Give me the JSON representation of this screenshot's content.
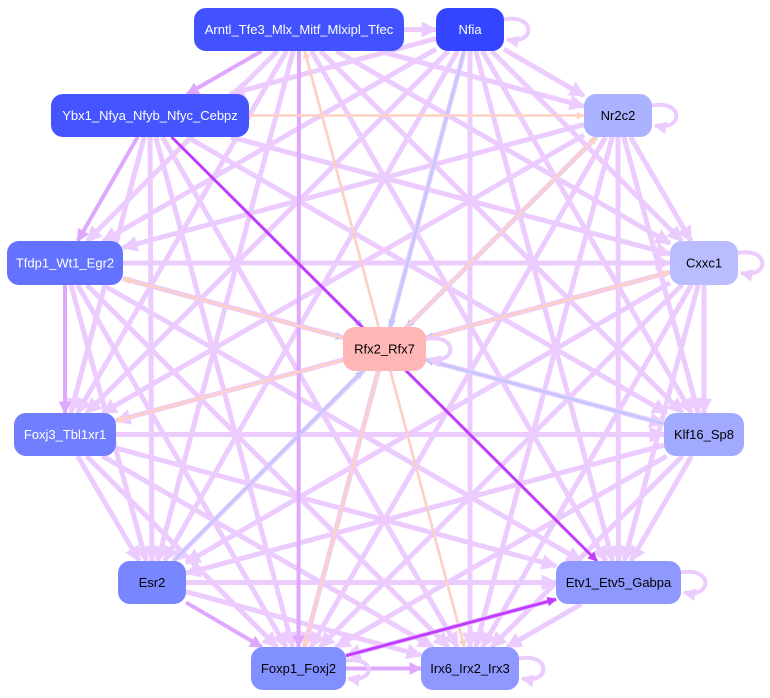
{
  "title": "Regulatory network",
  "colors": {
    "light": "#ecccff",
    "mid": "#dfa8ff",
    "strong": "#c03cff",
    "blue": "#c2c8ff",
    "peach": "#ffd0c4"
  },
  "nodes": [
    {
      "id": "arn",
      "label": "Arntl_Tfe3_Mlx_Mitf_Mlxipl_Tfec",
      "fill": "#4252ff",
      "text": "#ffffff"
    },
    {
      "id": "nfia",
      "label": "Nfia",
      "fill": "#3545ff",
      "text": "#ffffff"
    },
    {
      "id": "ybx",
      "label": "Ybx1_Nfya_Nfyb_Nfyc_Cebpz",
      "fill": "#4454ff",
      "text": "#ffffff"
    },
    {
      "id": "nr2",
      "label": "Nr2c2",
      "fill": "#abb2ff",
      "text": "#000000"
    },
    {
      "id": "tfd",
      "label": "Tfdp1_Wt1_Egr2",
      "fill": "#6373ff",
      "text": "#ffffff"
    },
    {
      "id": "cxx",
      "label": "Cxxc1",
      "fill": "#b9bdff",
      "text": "#000000"
    },
    {
      "id": "rfx",
      "label": "Rfx2_Rfx7",
      "fill": "#ffb6b6",
      "text": "#000000"
    },
    {
      "id": "fox3",
      "label": "Foxj3_Tbl1xr1",
      "fill": "#717fff",
      "text": "#ffffff"
    },
    {
      "id": "klf",
      "label": "Klf16_Sp8",
      "fill": "#a2aaff",
      "text": "#000000"
    },
    {
      "id": "esr",
      "label": "Esr2",
      "fill": "#7886ff",
      "text": "#000000"
    },
    {
      "id": "etv",
      "label": "Etv1_Etv5_Gabpa",
      "fill": "#8e98ff",
      "text": "#000000"
    },
    {
      "id": "foxp",
      "label": "Foxp1_Foxj2",
      "fill": "#8290ff",
      "text": "#000000"
    },
    {
      "id": "irx",
      "label": "Irx6_Irx2_Irx3",
      "fill": "#8e98ff",
      "text": "#000000"
    }
  ],
  "self_loops": [
    "nfia",
    "nr2",
    "cxx",
    "rfx",
    "etv",
    "irx",
    "foxp"
  ],
  "edges": [
    [
      "ybx",
      "etv",
      "strong"
    ],
    [
      "foxp",
      "etv",
      "strong"
    ],
    [
      "arn",
      "foxp",
      "mid"
    ],
    [
      "arn",
      "ybx",
      "mid"
    ],
    [
      "ybx",
      "tfd",
      "mid"
    ],
    [
      "tfd",
      "fox3",
      "mid"
    ],
    [
      "esr",
      "foxp",
      "mid"
    ],
    [
      "foxp",
      "irx",
      "mid"
    ],
    [
      "nr2",
      "rfx",
      "blue"
    ],
    [
      "nfia",
      "rfx",
      "blue"
    ],
    [
      "cxx",
      "rfx",
      "blue"
    ],
    [
      "klf",
      "rfx",
      "blue"
    ],
    [
      "esr",
      "rfx",
      "blue"
    ],
    [
      "ybx",
      "rfx",
      "blue"
    ],
    [
      "arn",
      "irx",
      "blue"
    ],
    [
      "tfd",
      "rfx",
      "blue"
    ],
    [
      "rfx",
      "arn",
      "peach"
    ],
    [
      "rfx",
      "tfd",
      "peach"
    ],
    [
      "rfx",
      "fox3",
      "peach"
    ],
    [
      "rfx",
      "foxp",
      "peach"
    ],
    [
      "rfx",
      "irx",
      "peach"
    ],
    [
      "rfx",
      "etv",
      "peach"
    ],
    [
      "rfx",
      "cxx",
      "peach"
    ],
    [
      "rfx",
      "nr2",
      "peach"
    ],
    [
      "ybx",
      "nr2",
      "peach"
    ],
    [
      "arn",
      "nfia",
      "light"
    ],
    [
      "arn",
      "nr2",
      "light"
    ],
    [
      "arn",
      "cxx",
      "light"
    ],
    [
      "arn",
      "tfd",
      "light"
    ],
    [
      "arn",
      "klf",
      "light"
    ],
    [
      "arn",
      "etv",
      "light"
    ],
    [
      "arn",
      "fox3",
      "light"
    ],
    [
      "arn",
      "esr",
      "light"
    ],
    [
      "nfia",
      "ybx",
      "light"
    ],
    [
      "nfia",
      "nr2",
      "light"
    ],
    [
      "nfia",
      "tfd",
      "light"
    ],
    [
      "nfia",
      "cxx",
      "light"
    ],
    [
      "nfia",
      "fox3",
      "light"
    ],
    [
      "nfia",
      "klf",
      "light"
    ],
    [
      "nfia",
      "esr",
      "light"
    ],
    [
      "nfia",
      "etv",
      "light"
    ],
    [
      "nfia",
      "foxp",
      "light"
    ],
    [
      "nfia",
      "irx",
      "light"
    ],
    [
      "ybx",
      "cxx",
      "light"
    ],
    [
      "ybx",
      "fox3",
      "light"
    ],
    [
      "ybx",
      "klf",
      "light"
    ],
    [
      "ybx",
      "esr",
      "light"
    ],
    [
      "ybx",
      "foxp",
      "light"
    ],
    [
      "ybx",
      "irx",
      "light"
    ],
    [
      "nr2",
      "tfd",
      "light"
    ],
    [
      "nr2",
      "cxx",
      "light"
    ],
    [
      "nr2",
      "fox3",
      "light"
    ],
    [
      "nr2",
      "klf",
      "light"
    ],
    [
      "nr2",
      "esr",
      "light"
    ],
    [
      "nr2",
      "etv",
      "light"
    ],
    [
      "nr2",
      "foxp",
      "light"
    ],
    [
      "nr2",
      "irx",
      "light"
    ],
    [
      "tfd",
      "cxx",
      "light"
    ],
    [
      "tfd",
      "klf",
      "light"
    ],
    [
      "tfd",
      "esr",
      "light"
    ],
    [
      "tfd",
      "etv",
      "light"
    ],
    [
      "tfd",
      "foxp",
      "light"
    ],
    [
      "tfd",
      "irx",
      "light"
    ],
    [
      "cxx",
      "fox3",
      "light"
    ],
    [
      "cxx",
      "klf",
      "light"
    ],
    [
      "cxx",
      "esr",
      "light"
    ],
    [
      "cxx",
      "etv",
      "light"
    ],
    [
      "cxx",
      "foxp",
      "light"
    ],
    [
      "cxx",
      "irx",
      "light"
    ],
    [
      "fox3",
      "klf",
      "light"
    ],
    [
      "fox3",
      "esr",
      "light"
    ],
    [
      "fox3",
      "etv",
      "light"
    ],
    [
      "fox3",
      "foxp",
      "light"
    ],
    [
      "fox3",
      "irx",
      "light"
    ],
    [
      "klf",
      "esr",
      "light"
    ],
    [
      "klf",
      "etv",
      "light"
    ],
    [
      "klf",
      "foxp",
      "light"
    ],
    [
      "klf",
      "irx",
      "light"
    ],
    [
      "esr",
      "etv",
      "light"
    ],
    [
      "esr",
      "irx",
      "light"
    ],
    [
      "etv",
      "irx",
      "light"
    ],
    [
      "etv",
      "foxp",
      "light"
    ]
  ]
}
